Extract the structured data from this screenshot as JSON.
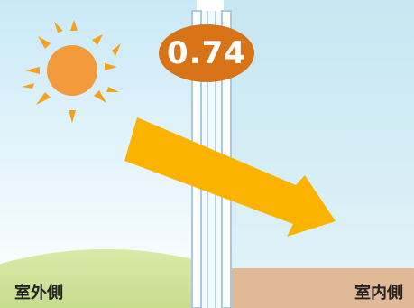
{
  "value_badge": "0.74",
  "labels": {
    "outdoor": "室外側",
    "indoor": "室内側"
  },
  "colors": {
    "sky_top": "#c9e9f7",
    "sky_bottom": "#ffffff",
    "indoor_bg": "#c2e6f0",
    "sun": "#f39a3c",
    "sun_rays": "#f7a11a",
    "arrow": "#fbb300",
    "badge": "#d97318",
    "grass": "#cfe29d",
    "floor": "#e2b996",
    "glass_frame": "#a9c9dd"
  },
  "icons": [
    "sun-icon",
    "arrow-icon"
  ]
}
